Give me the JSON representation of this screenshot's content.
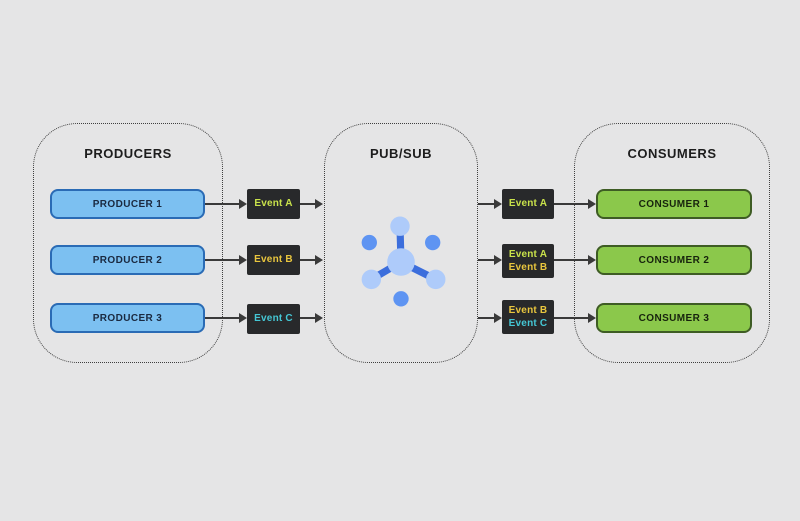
{
  "diagram": {
    "producers": {
      "title": "PRODUCERS",
      "nodes": [
        {
          "label": "PRODUCER 1"
        },
        {
          "label": "PRODUCER 2"
        },
        {
          "label": "PRODUCER 3"
        }
      ]
    },
    "pubsub": {
      "title": "PUB/SUB",
      "icon": "pubsub-hub-icon"
    },
    "consumers": {
      "title": "CONSUMERS",
      "nodes": [
        {
          "label": "CONSUMER 1"
        },
        {
          "label": "CONSUMER 2"
        },
        {
          "label": "CONSUMER 3"
        }
      ]
    },
    "published_events": [
      {
        "lines": [
          {
            "text": "Event A",
            "color": "#c9e24b"
          }
        ]
      },
      {
        "lines": [
          {
            "text": "Event B",
            "color": "#e9c63e"
          }
        ]
      },
      {
        "lines": [
          {
            "text": "Event C",
            "color": "#45c7d5"
          }
        ]
      }
    ],
    "subscriptions": [
      {
        "lines": [
          {
            "text": "Event A",
            "color": "#c9e24b"
          }
        ]
      },
      {
        "lines": [
          {
            "text": "Event A",
            "color": "#c9e24b"
          },
          {
            "text": "Event B",
            "color": "#e9c63e"
          }
        ]
      },
      {
        "lines": [
          {
            "text": "Event B",
            "color": "#e9c63e"
          },
          {
            "text": "Event C",
            "color": "#45c7d5"
          }
        ]
      }
    ],
    "colors": {
      "background": "#e5e5e6",
      "producer_fill": "#7cc0f1",
      "producer_border": "#2a6bb5",
      "consumer_fill": "#8bc84b",
      "consumer_border": "#3e5c24",
      "event_chip_bg": "#28292b",
      "event_a_text": "#c9e24b",
      "event_b_text": "#e9c63e",
      "event_c_text": "#45c7d5",
      "arrow": "#3a3a3a",
      "icon_light_blue": "#aecbfa",
      "icon_medium_blue": "#5e94f2",
      "icon_connector_blue": "#3c6edc"
    }
  }
}
